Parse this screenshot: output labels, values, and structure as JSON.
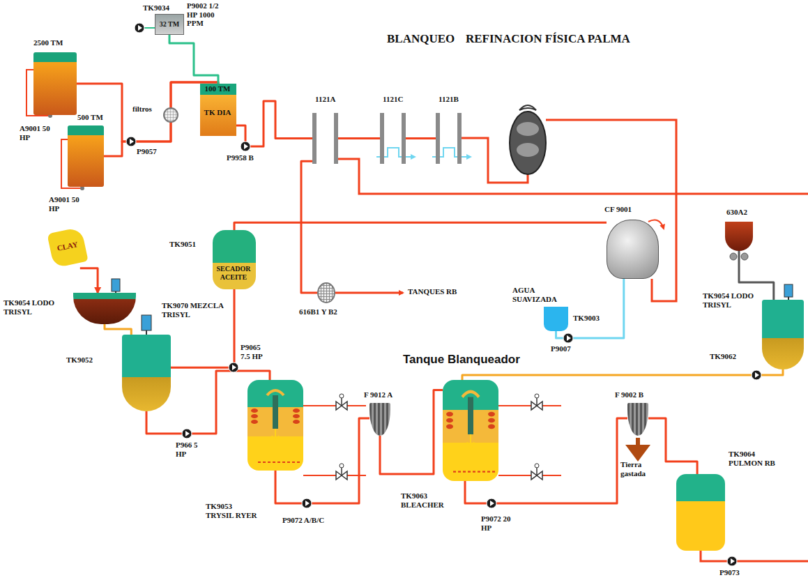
{
  "diagram": {
    "title": "BLANQUEO",
    "nodes": [
      {
        "text": [
          "2500 TM"
        ]
      },
      {
        "text": [
          "500 TM"
        ]
      },
      {
        "text": [
          "TK9034",
          "32 TM"
        ]
      },
      {
        "text": [
          "100 TM",
          "TK DIA"
        ]
      },
      {
        "text": [
          "1121A"
        ]
      },
      {
        "text": [
          "1121C"
        ]
      },
      {
        "text": [
          "1121B"
        ]
      },
      {
        "text": [
          "TK9051",
          "SECADOR ACEITE"
        ]
      },
      {
        "text": [
          "616B1 Y B2"
        ]
      },
      {
        "text": [
          "CF 9001"
        ]
      },
      {
        "text": [
          "AGUA SUAVIZADA",
          "TK9003"
        ]
      },
      {
        "text": [
          "630A2"
        ]
      },
      {
        "text": [
          "CLAY"
        ]
      },
      {
        "text": [
          "TK9054 LODO TRISYL"
        ]
      },
      {
        "text": [
          "TK9052"
        ]
      },
      {
        "text": [
          "TK9053 TRYSIL RYER"
        ]
      },
      {
        "text": [
          "F 9012 A"
        ]
      },
      {
        "text": [
          "TK9063 BLEACHER"
        ]
      },
      {
        "text": [
          "F 9002 B"
        ]
      },
      {
        "text": [
          "TK9064 PULMON RB"
        ]
      },
      {
        "text": [
          "TK9054 LODO TRISYL",
          "TK9062"
        ]
      }
    ],
    "edges": [
      {
        "from": 0,
        "to": 3,
        "arrow": "none"
      },
      {
        "from": 1,
        "to": 3,
        "arrow": "none"
      },
      {
        "from": 2,
        "to": 3,
        "arrow": "none"
      },
      {
        "from": 3,
        "to": 4,
        "arrow": "none"
      },
      {
        "from": 4,
        "to": 5,
        "arrow": "none"
      },
      {
        "from": 5,
        "to": 6,
        "arrow": "none"
      },
      {
        "from": 4,
        "to": 8,
        "arrow": "none"
      },
      {
        "from": 9,
        "to": 7,
        "arrow": "none"
      },
      {
        "from": 7,
        "to": 14,
        "arrow": "none"
      },
      {
        "from": 10,
        "to": 9,
        "arrow": "none"
      },
      {
        "from": 13,
        "to": 14,
        "arrow": "none"
      },
      {
        "from": 12,
        "to": 13,
        "arrow": "to"
      },
      {
        "from": 14,
        "to": 15,
        "arrow": "none"
      },
      {
        "from": 15,
        "to": 16,
        "arrow": "none"
      },
      {
        "from": 16,
        "to": 17,
        "arrow": "none"
      },
      {
        "from": 17,
        "to": 18,
        "arrow": "none"
      },
      {
        "from": 18,
        "to": 19,
        "arrow": "none"
      },
      {
        "from": 11,
        "to": 20,
        "arrow": "none"
      },
      {
        "from": 20,
        "to": 17,
        "arrow": "none"
      }
    ],
    "labels": [
      "REFINACION FÍSICA PALMA",
      "P9002 1/2 HP 1000 PPM",
      "A9001 50 HP",
      "A9001 50 HP",
      "filtros",
      "P9057",
      "P9958 B",
      "TANQUES RB",
      "TK9070 MEZCLA TRISYL",
      "P9065 7.5 HP",
      "P966 5 HP",
      "P9072 A/B/C",
      "P9072 20 HP",
      "Tierra gastada",
      "Tanque Blanqueador",
      "P9007",
      "P9073"
    ]
  }
}
